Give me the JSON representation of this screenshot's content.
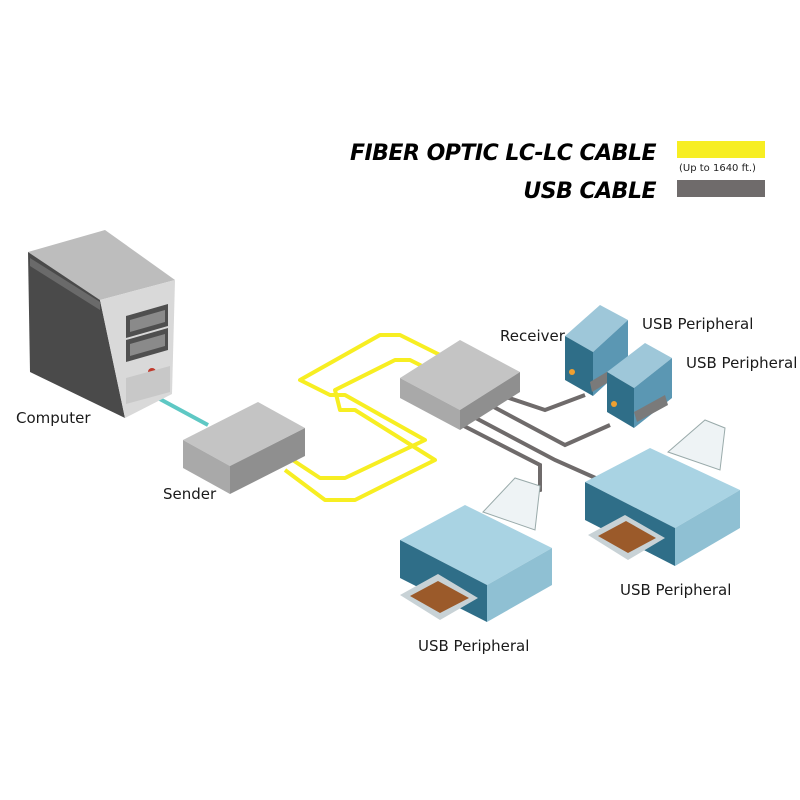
{
  "legend": {
    "fiber_label": "FIBER OPTIC LC-LC CABLE",
    "fiber_note": "(Up to 1640 ft.)",
    "usb_label": "USB CABLE"
  },
  "colors": {
    "fiber": "#f7ee22",
    "usb": "#6f6b6b",
    "link": "#5ec8c4"
  },
  "devices": {
    "computer": "Computer",
    "sender": "Sender",
    "receiver": "Receiver",
    "peripheral_small_1": "USB Peripheral",
    "peripheral_small_2": "USB Peripheral",
    "printer_right": "USB Peripheral",
    "printer_left": "USB Peripheral"
  }
}
